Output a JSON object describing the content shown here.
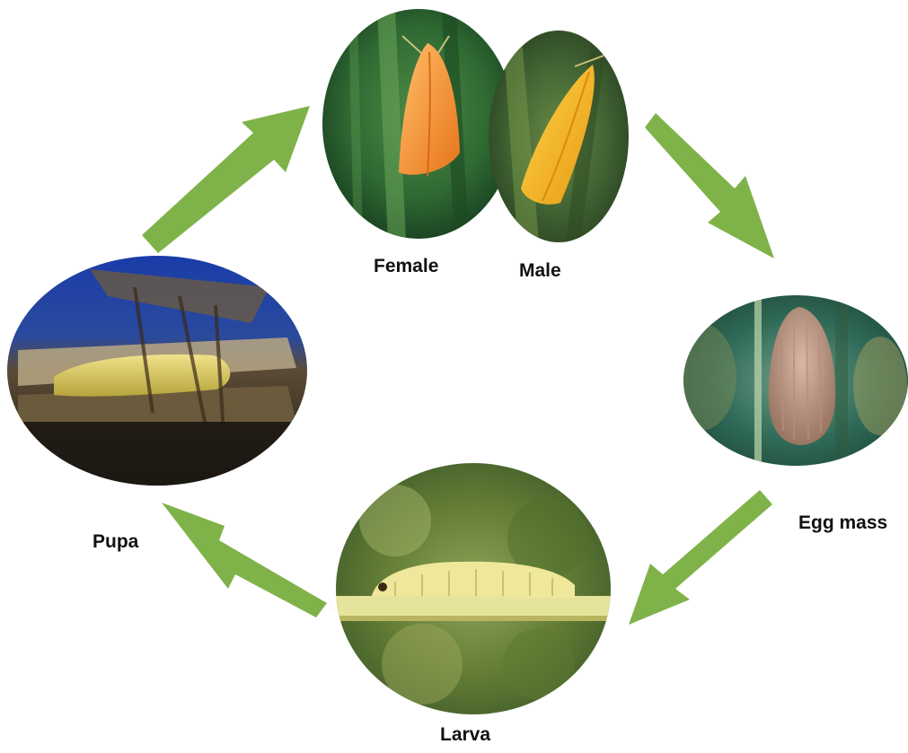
{
  "labels": {
    "female": "Female",
    "male": "Male",
    "egg_mass": "Egg mass",
    "larva": "Larva",
    "pupa": "Pupa"
  },
  "colors": {
    "arrow": "#7fb349",
    "leaf_dark": "#1f4d26",
    "leaf_mid": "#3f7a3c",
    "moth_orange": "#f4861f",
    "moth_yellow": "#f6b51c",
    "sky_blue": "#1b3fa6",
    "larva_yellow": "#e9e27a",
    "background": "#ffffff"
  }
}
